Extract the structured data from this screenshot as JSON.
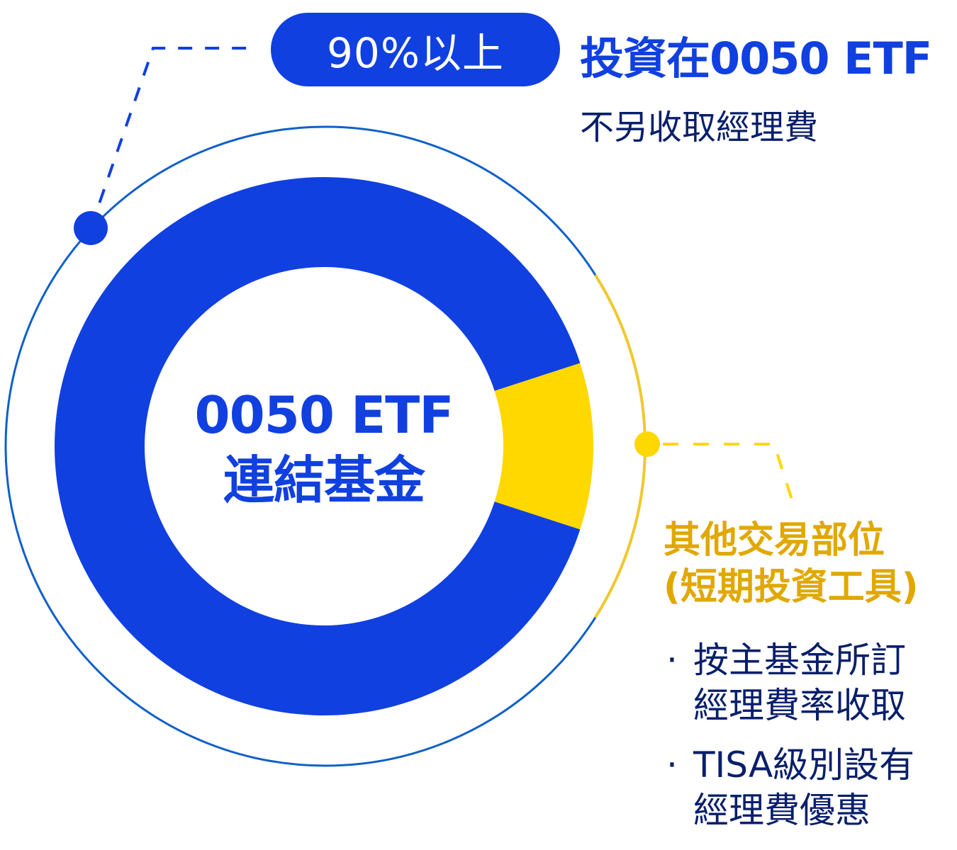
{
  "chart_data": {
    "type": "pie",
    "title": "0050 ETF 連結基金",
    "slices": [
      {
        "name": "投資在0050 ETF",
        "label": "90%以上",
        "value": 90,
        "color": "#1140e0"
      },
      {
        "name": "其他交易部位(短期投資工具)",
        "value": 10,
        "color": "#ffd800"
      }
    ]
  },
  "callout_main": {
    "badge": "90%以上",
    "title": "投資在0050 ETF",
    "subtitle": "不另收取經理費"
  },
  "center": {
    "line1": "0050 ETF",
    "line2": "連結基金"
  },
  "callout_other": {
    "title": "其他交易部位",
    "subtitle": "(短期投資工具)",
    "bullets": [
      {
        "marker": "·",
        "line1": "按主基金所訂",
        "line2": "經理費率收取"
      },
      {
        "marker": "·",
        "line1": "TISA級別設有",
        "line2": "經理費優惠"
      }
    ]
  },
  "colors": {
    "blue": "#1140e0",
    "yellow": "#ffd800",
    "gold_text": "#e0a800",
    "navy": "#0a1f6b",
    "ring": "#1060c8"
  }
}
